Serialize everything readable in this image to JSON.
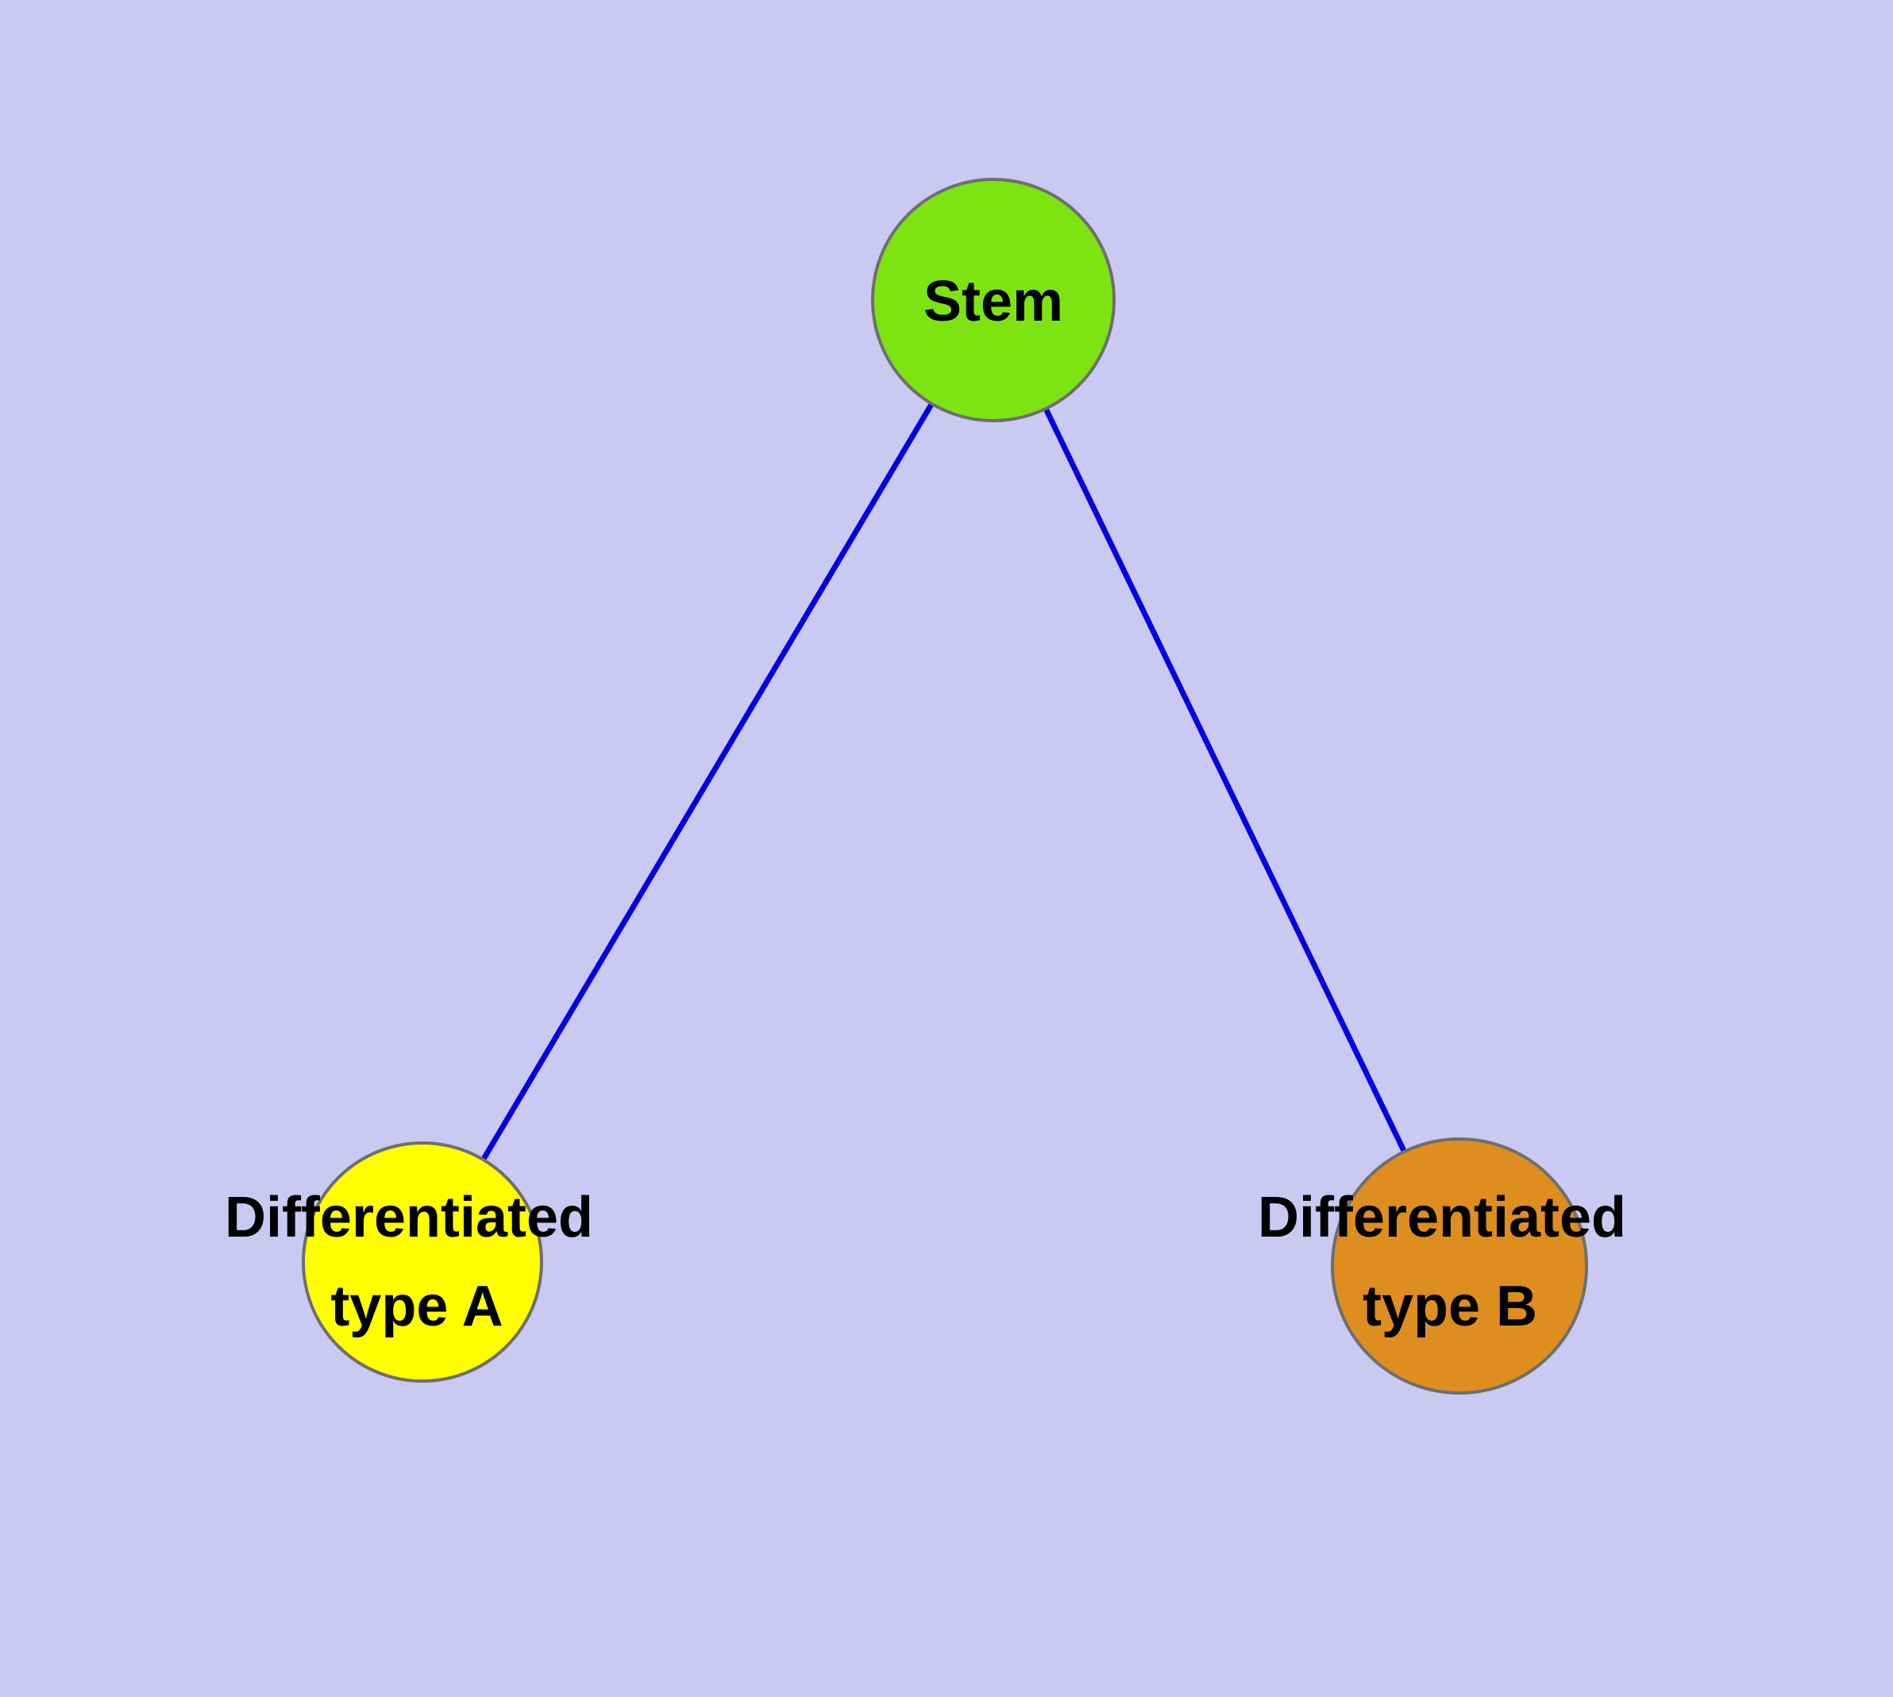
{
  "diagram": {
    "type": "graph",
    "background_color": "#c9c9f2",
    "edge_color": "#0000e0",
    "node_border_color": "#6e6e6e",
    "label_color": "#000000",
    "nodes": [
      {
        "id": "stem",
        "label": "Stem",
        "label_line1": "Stem",
        "label_line2": "",
        "color": "#7de412"
      },
      {
        "id": "differentiated-type-a",
        "label": "Differentiated type A",
        "label_line1": "Differentiated",
        "label_line2": "type A",
        "color": "#ffff00"
      },
      {
        "id": "differentiated-type-b",
        "label": "Differentiated type B",
        "label_line1": "Differentiated",
        "label_line2": "type B",
        "color": "#dd8e1f"
      }
    ],
    "edges": [
      {
        "from": "stem",
        "to": "differentiated-type-a"
      },
      {
        "from": "stem",
        "to": "differentiated-type-b"
      }
    ]
  }
}
